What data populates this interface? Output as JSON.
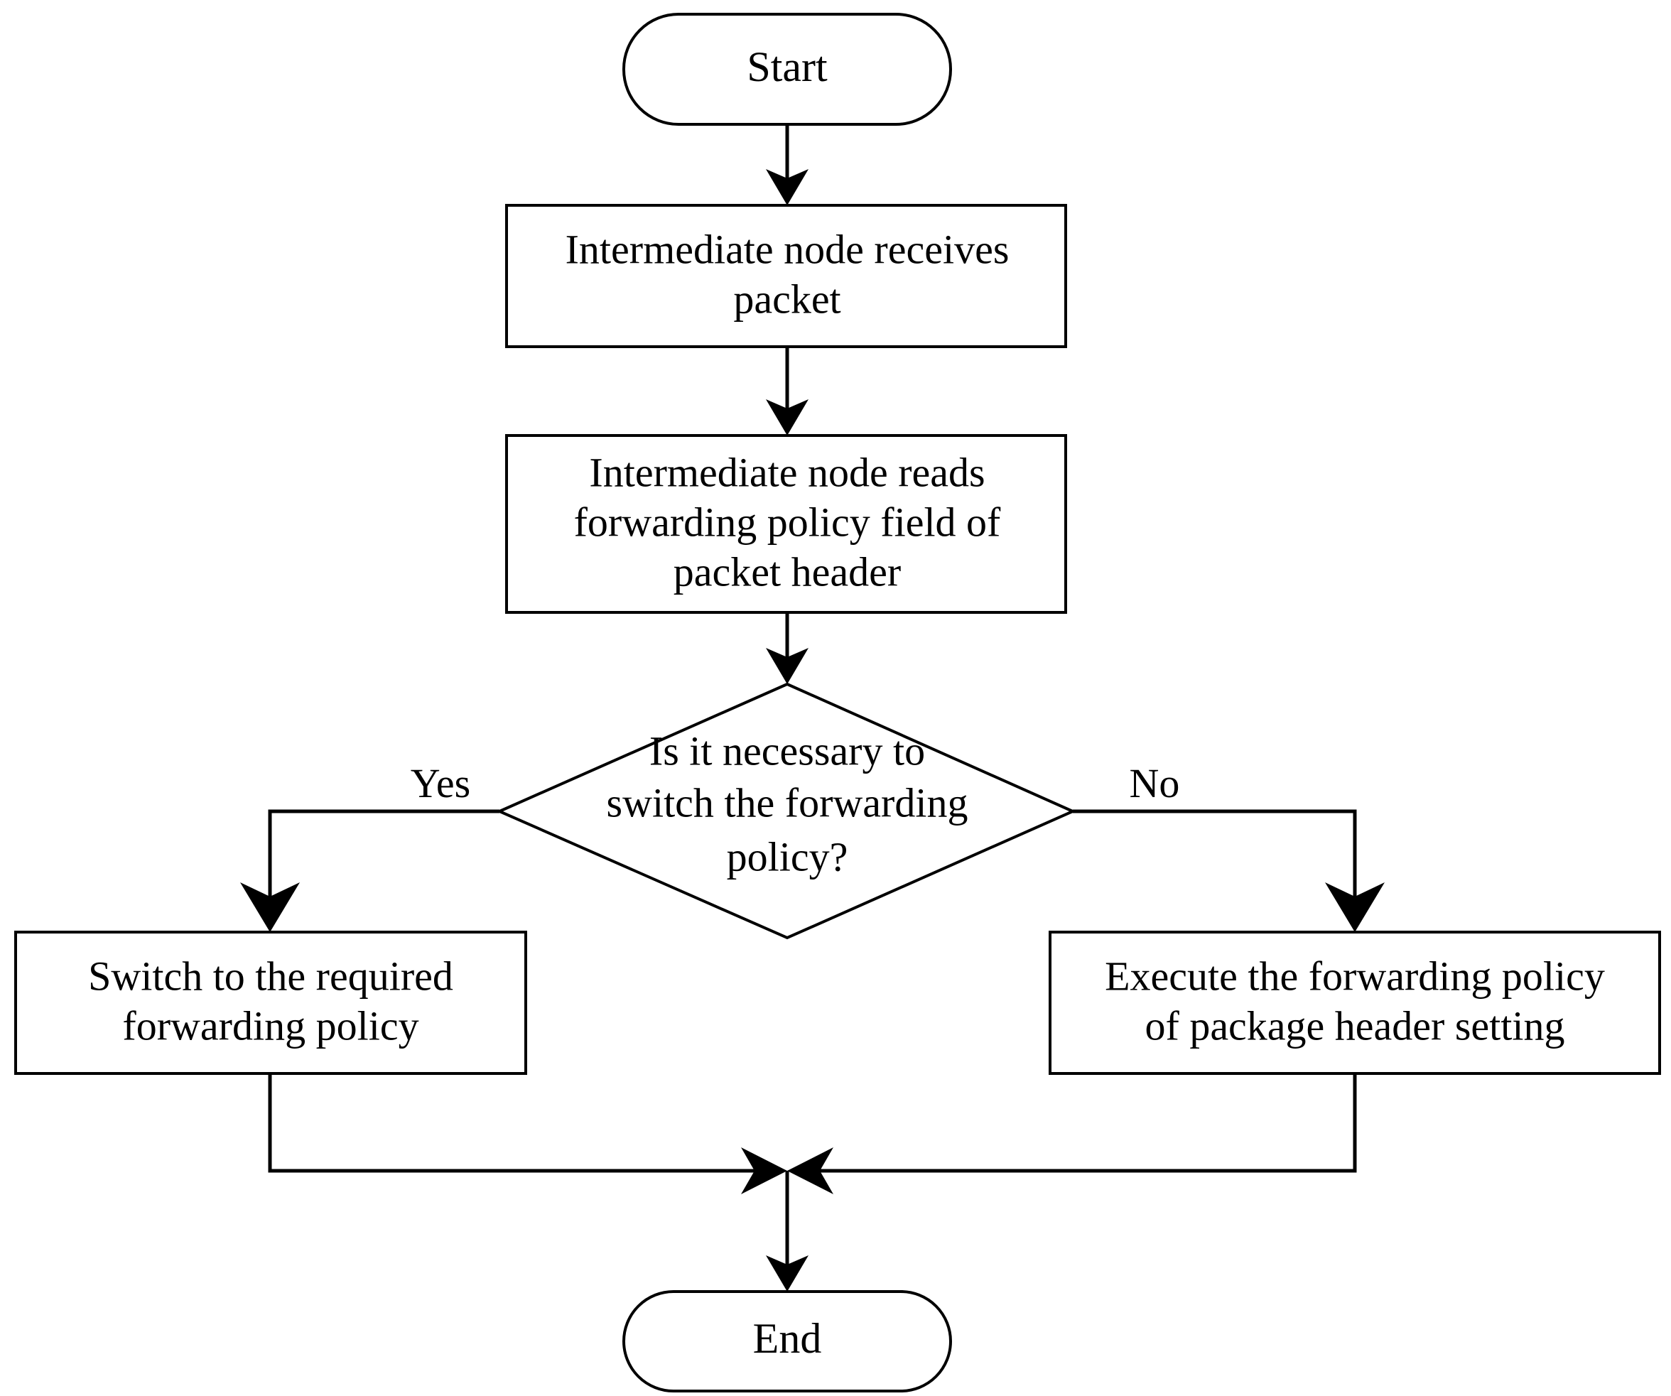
{
  "diagram": {
    "type": "flowchart",
    "title": "Intermediate node forwarding policy flowchart",
    "background_color": "#ffffff",
    "line_color": "#000000",
    "text_color": "#000000",
    "nodes": [
      {
        "id": "start",
        "shape": "terminator",
        "label": "Start",
        "lines": [
          "Start"
        ]
      },
      {
        "id": "receive",
        "shape": "process",
        "label": "Intermediate node receives packet",
        "lines": [
          "Intermediate node receives",
          "packet"
        ]
      },
      {
        "id": "read",
        "shape": "process",
        "label": "Intermediate node reads forwarding policy field of packet header",
        "lines": [
          "Intermediate node reads",
          "forwarding policy field of",
          "packet header"
        ]
      },
      {
        "id": "decision",
        "shape": "decision",
        "label": "Is it necessary to switch the forwarding policy?",
        "lines": [
          "Is it necessary to",
          "switch the forwarding",
          "policy?"
        ]
      },
      {
        "id": "switch",
        "shape": "process",
        "label": "Switch to the required forwarding policy",
        "lines": [
          "Switch to the required",
          "forwarding policy"
        ]
      },
      {
        "id": "execute",
        "shape": "process",
        "label": "Execute the forwarding policy of package header setting",
        "lines": [
          "Execute the forwarding policy",
          "of package header setting"
        ]
      },
      {
        "id": "end",
        "shape": "terminator",
        "label": "End",
        "lines": [
          "End"
        ]
      }
    ],
    "edges": [
      {
        "id": "e1",
        "from": "start",
        "to": "receive",
        "label": ""
      },
      {
        "id": "e2",
        "from": "receive",
        "to": "read",
        "label": ""
      },
      {
        "id": "e3",
        "from": "read",
        "to": "decision",
        "label": ""
      },
      {
        "id": "e4",
        "from": "decision",
        "to": "switch",
        "label": "Yes"
      },
      {
        "id": "e5",
        "from": "decision",
        "to": "execute",
        "label": "No"
      },
      {
        "id": "e6",
        "from": "switch",
        "to": "end",
        "label": ""
      },
      {
        "id": "e7",
        "from": "execute",
        "to": "end",
        "label": ""
      }
    ]
  }
}
